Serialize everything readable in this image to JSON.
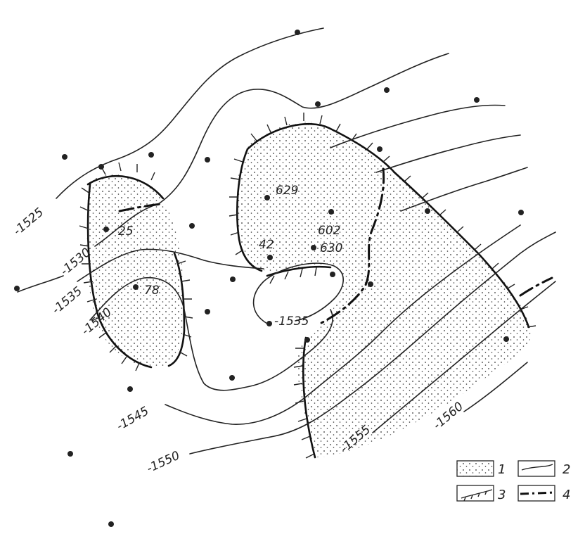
{
  "contour_labels": [
    "-1525",
    "-1530",
    "-1535",
    "-1540",
    "-1545",
    "-1550",
    "-1535",
    "-1555",
    "-1560"
  ],
  "well_labels": [
    "25",
    "78",
    "629",
    "602",
    "42",
    "630"
  ],
  "legend": {
    "items": [
      {
        "num": "1",
        "symbol": "sandstone-pattern"
      },
      {
        "num": "2",
        "symbol": "contour-line"
      },
      {
        "num": "3",
        "symbol": "pinchout-boundary"
      },
      {
        "num": "4",
        "symbol": "fault-line"
      }
    ]
  }
}
